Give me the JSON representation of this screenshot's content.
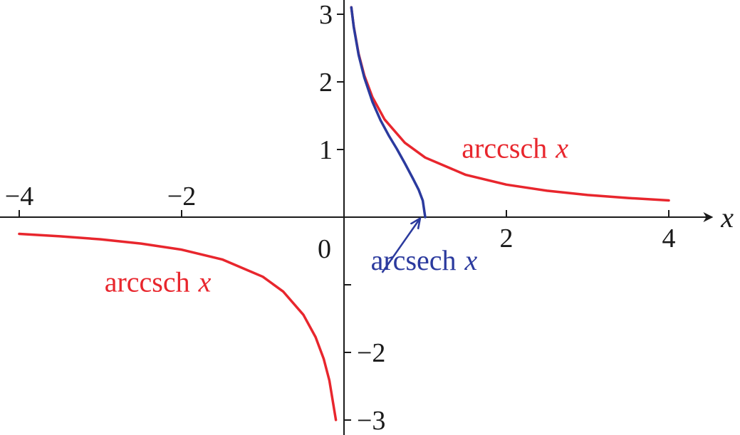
{
  "chart_data": {
    "type": "line",
    "title": "",
    "xlabel": "x",
    "ylabel": "",
    "xlim": [
      -4.2,
      4.6
    ],
    "ylim": [
      -3.2,
      3.2
    ],
    "grid": false,
    "colors": {
      "arccsch": "#e8262d",
      "arcsech": "#2b3a9e",
      "axis": "#1a1a1a"
    },
    "x_tick_labels_above": [
      {
        "value": -4,
        "text": "−4"
      },
      {
        "value": -2,
        "text": "−2"
      }
    ],
    "x_tick_labels_below": [
      {
        "value": 2,
        "text": "2"
      },
      {
        "value": 4,
        "text": "4"
      }
    ],
    "origin_label": "0",
    "y_ticks_left": [
      {
        "value": 3,
        "text": "3"
      },
      {
        "value": 2,
        "text": "2"
      },
      {
        "value": 1,
        "text": "1"
      }
    ],
    "y_ticks_right": [
      {
        "value": -2,
        "text": "−2"
      },
      {
        "value": -3,
        "text": "−3"
      }
    ],
    "y_ticks_unlabeled": [
      -1
    ],
    "series": [
      {
        "key": "arccsch_neg",
        "color": "#e8262d",
        "x": [
          -4.0,
          -3.5,
          -3.0,
          -2.5,
          -2.0,
          -1.5,
          -1.0,
          -0.75,
          -0.5,
          -0.35,
          -0.25,
          -0.18,
          -0.1
        ],
        "y": [
          -0.247,
          -0.283,
          -0.327,
          -0.39,
          -0.481,
          -0.625,
          -0.881,
          -1.099,
          -1.444,
          -1.774,
          -2.095,
          -2.417,
          -2.998
        ]
      },
      {
        "key": "arccsch_pos",
        "color": "#e8262d",
        "x": [
          0.09,
          0.12,
          0.18,
          0.25,
          0.35,
          0.5,
          0.75,
          1.0,
          1.5,
          2.0,
          2.5,
          3.0,
          3.5,
          4.0
        ],
        "y": [
          3.103,
          2.818,
          2.417,
          2.095,
          1.774,
          1.444,
          1.099,
          0.881,
          0.625,
          0.481,
          0.39,
          0.327,
          0.283,
          0.247
        ]
      },
      {
        "key": "arcsech",
        "color": "#2b3a9e",
        "x": [
          0.09,
          0.12,
          0.18,
          0.25,
          0.35,
          0.45,
          0.55,
          0.65,
          0.75,
          0.85,
          0.92,
          0.97,
          1.0
        ],
        "y": [
          3.101,
          2.811,
          2.399,
          2.063,
          1.705,
          1.433,
          1.209,
          1.011,
          0.795,
          0.568,
          0.403,
          0.245,
          0.0
        ]
      }
    ],
    "annotations": [
      {
        "key": "arccsch_right_label",
        "text_main": "arccsch",
        "text_var": "x",
        "color": "#e8262d",
        "x": 1.45,
        "y": 0.88
      },
      {
        "key": "arccsch_left_label",
        "text_main": "arccsch",
        "text_var": "x",
        "color": "#e8262d",
        "x": -2.95,
        "y": -1.1
      },
      {
        "key": "arcsech_label",
        "text_main": "arcsech",
        "text_var": "x",
        "color": "#2b3a9e",
        "x": 0.33,
        "y": -0.78,
        "arrow_from": [
          0.47,
          -0.82
        ],
        "arrow_to": [
          0.93,
          -0.03
        ]
      }
    ]
  }
}
